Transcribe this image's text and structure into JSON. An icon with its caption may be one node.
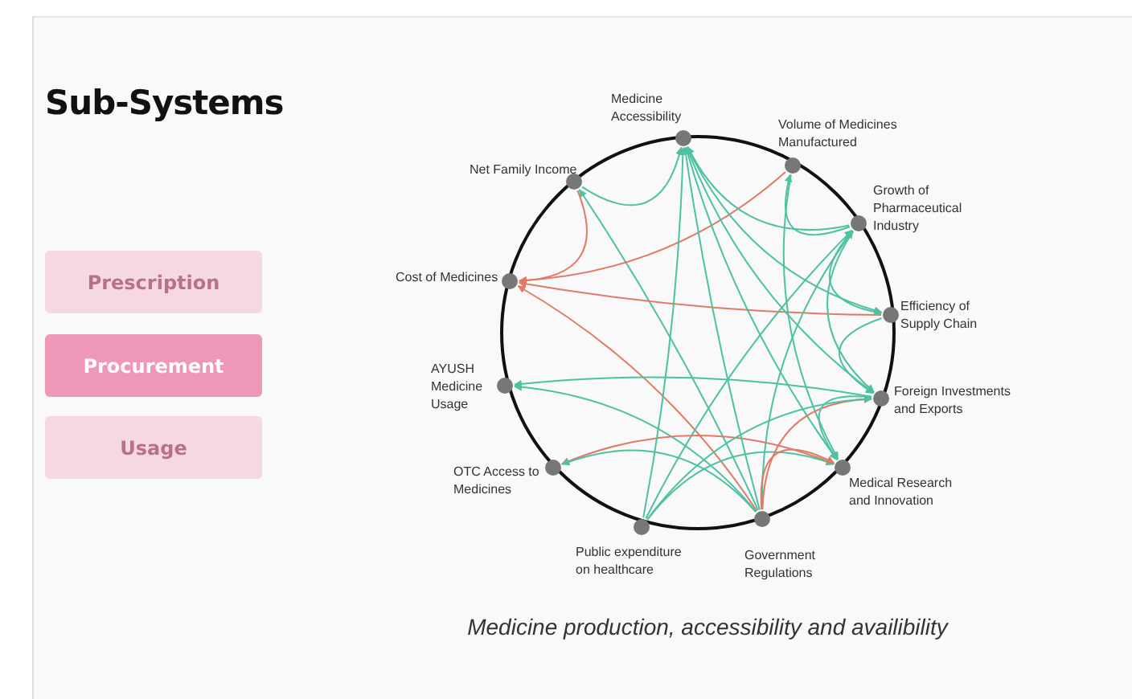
{
  "diagram": {
    "title": "Sub-Systems",
    "caption": "Medicine production, accessibility and availibility",
    "nodes": [
      {
        "text": [],
        "shape": "circle",
        "beside": [
          "Medicine Accessibility"
        ]
      },
      {
        "text": [],
        "shape": "circle",
        "beside": [
          "Volume of Medicines Manufactured"
        ]
      },
      {
        "text": [],
        "shape": "circle",
        "beside": [
          "Growth of Pharmaceutical Industry"
        ]
      },
      {
        "text": [],
        "shape": "circle",
        "beside": [
          "Efficiency of Supply Chain"
        ]
      },
      {
        "text": [],
        "shape": "circle",
        "beside": [
          "Foreign Investments and Exports"
        ]
      },
      {
        "text": [],
        "shape": "circle",
        "beside": [
          "Medical Research and Innovation"
        ]
      },
      {
        "text": [],
        "shape": "circle",
        "beside": [
          "Government Regulations"
        ]
      },
      {
        "text": [],
        "shape": "circle",
        "beside": [
          "Public expenditure on healthcare"
        ]
      },
      {
        "text": [],
        "shape": "circle",
        "beside": [
          "OTC Access to Medicines"
        ]
      },
      {
        "text": [],
        "shape": "circle",
        "beside": [
          "AYUSH Medicine Usage"
        ]
      },
      {
        "text": [],
        "shape": "circle",
        "beside": [
          "Cost of Medicines"
        ]
      },
      {
        "text": [],
        "shape": "circle",
        "beside": [
          "Net Family Income"
        ]
      }
    ],
    "edges": [
      {
        "from": 11,
        "to": 0,
        "arrow": "to"
      },
      {
        "from": 6,
        "to": 11,
        "arrow": "to"
      },
      {
        "from": 11,
        "to": 10,
        "arrow": "to",
        "color": "#e07a66"
      },
      {
        "from": 1,
        "to": 10,
        "arrow": "to",
        "color": "#e07a66"
      },
      {
        "from": 3,
        "to": 10,
        "arrow": "to",
        "color": "#e07a66"
      },
      {
        "from": 6,
        "to": 10,
        "arrow": "to",
        "color": "#e07a66"
      },
      {
        "from": 2,
        "to": 0,
        "arrow": "to"
      },
      {
        "from": 0,
        "to": 3,
        "arrow": "to"
      },
      {
        "from": 2,
        "to": 1,
        "arrow": "to"
      },
      {
        "from": 2,
        "to": 3,
        "arrow": "to"
      },
      {
        "from": 2,
        "to": 4,
        "arrow": "to"
      },
      {
        "from": 6,
        "to": 2,
        "arrow": "to"
      },
      {
        "from": 7,
        "to": 2,
        "arrow": "to"
      },
      {
        "from": 1,
        "to": 5,
        "arrow": "to"
      },
      {
        "from": 0,
        "to": 5,
        "arrow": "to"
      },
      {
        "from": 4,
        "to": 9,
        "arrow": "to"
      },
      {
        "from": 6,
        "to": 9,
        "arrow": "to"
      },
      {
        "from": 5,
        "to": 8,
        "arrow": "both",
        "color": "#e07a66"
      },
      {
        "from": 6,
        "to": 8,
        "arrow": "to"
      },
      {
        "from": 7,
        "to": 0,
        "arrow": "to"
      },
      {
        "from": 6,
        "to": 0,
        "arrow": "to"
      },
      {
        "from": 7,
        "to": 5,
        "arrow": "to"
      },
      {
        "from": 6,
        "to": 4,
        "arrow": "to",
        "color": "#e07a66"
      },
      {
        "from": 6,
        "to": 5,
        "arrow": "to",
        "color": "#e07a66"
      },
      {
        "from": 3,
        "to": 4,
        "arrow": "to"
      },
      {
        "from": 4,
        "to": 5,
        "arrow": "to"
      },
      {
        "from": 0,
        "to": 4,
        "arrow": "to"
      },
      {
        "from": 7,
        "to": 4,
        "arrow": "to"
      }
    ],
    "labels": [
      "Prescription",
      "Procurement",
      "Usage"
    ]
  }
}
